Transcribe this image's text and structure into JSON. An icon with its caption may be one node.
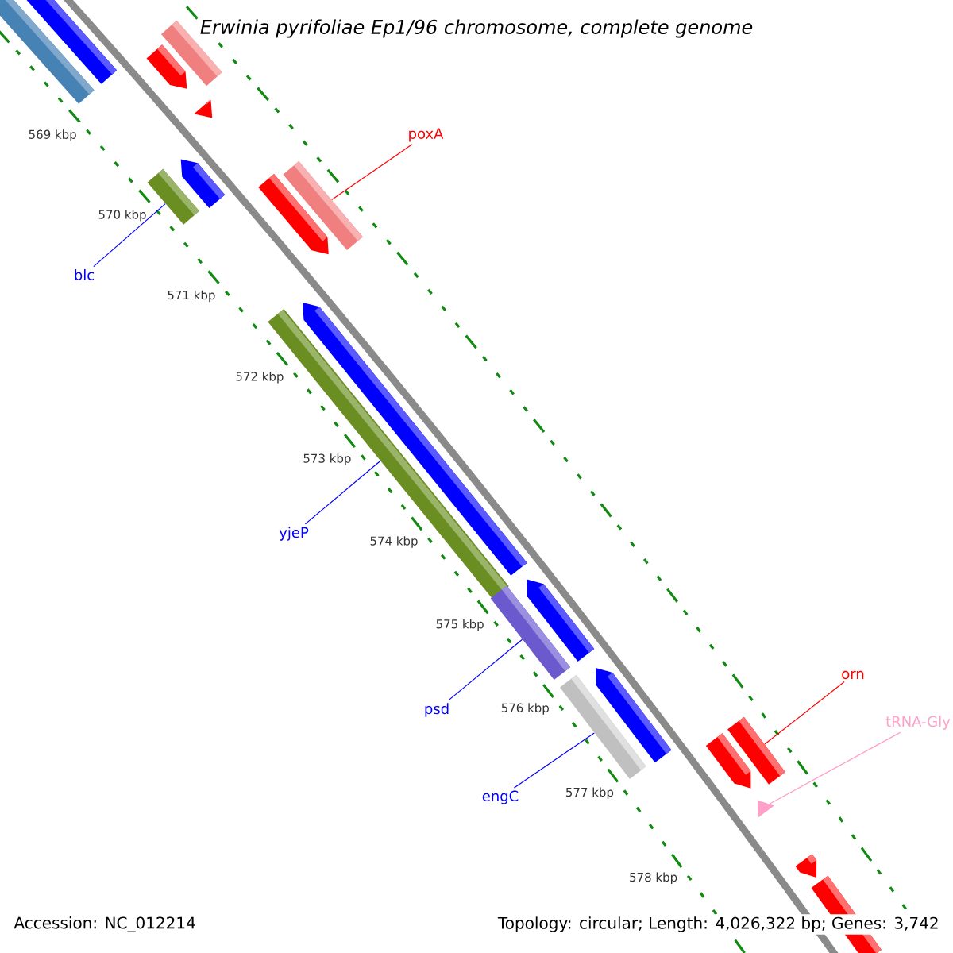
{
  "diagram": {
    "title": "Erwinia pyrifoliae Ep1/96 chromosome, complete genome",
    "nodes": [
      {
        "text": [
          "poxA"
        ]
      },
      {
        "text": [],
        "shape": "bar"
      },
      {
        "text": [
          "blc"
        ]
      },
      {
        "text": [],
        "shape": "bar"
      },
      {
        "text": [
          "yjeP"
        ]
      },
      {
        "text": [],
        "shape": "bar"
      },
      {
        "text": [
          "psd"
        ]
      },
      {
        "text": [],
        "shape": "bar"
      },
      {
        "text": [
          "engC"
        ]
      },
      {
        "text": [],
        "shape": "bar"
      },
      {
        "text": [
          "orn"
        ]
      },
      {
        "text": [],
        "shape": "bar"
      },
      {
        "text": [
          "tRNA-Gly"
        ]
      },
      {
        "text": [],
        "shape": "triangle"
      }
    ],
    "edges": [
      {
        "from": 0,
        "to": 1,
        "arrow": "none",
        "color": "#ff0000"
      },
      {
        "from": 2,
        "to": 3,
        "arrow": "none"
      },
      {
        "from": 4,
        "to": 5,
        "arrow": "none"
      },
      {
        "from": 6,
        "to": 7,
        "arrow": "none"
      },
      {
        "from": 8,
        "to": 9,
        "arrow": "none"
      },
      {
        "from": 10,
        "to": 11,
        "arrow": "none",
        "color": "#ff0000"
      },
      {
        "from": 12,
        "to": 13,
        "arrow": "none",
        "color": "#ffa0c8"
      }
    ],
    "labels": [
      "569 kbp",
      "570 kbp",
      "571 kbp",
      "572 kbp",
      "573 kbp",
      "574 kbp",
      "575 kbp",
      "576 kbp",
      "577 kbp",
      "578 kbp",
      "Accession: NC_012214",
      "Topology: circular; Length: 4,026,322 bp; Genes: 3,742"
    ]
  }
}
